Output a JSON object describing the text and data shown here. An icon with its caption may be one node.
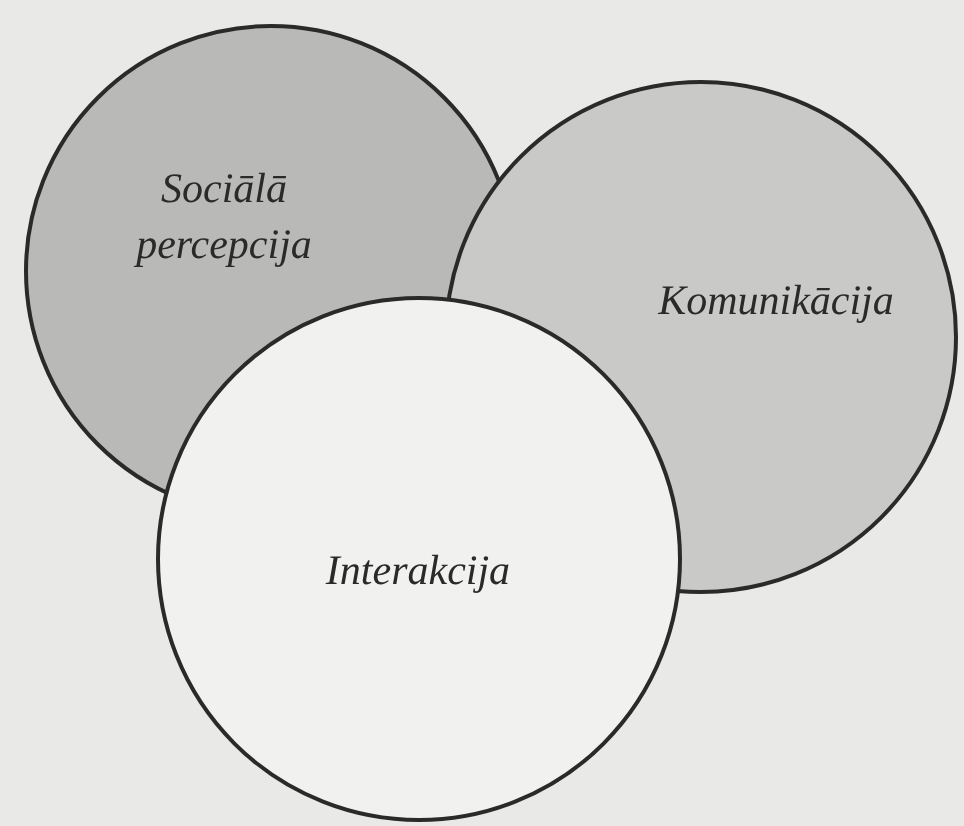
{
  "diagram": {
    "nodes": [
      {
        "text": [
          "Sociālā percepcija"
        ]
      },
      {
        "text": [
          "Komunikācija"
        ]
      },
      {
        "text": [
          "Interakcija"
        ]
      }
    ]
  }
}
